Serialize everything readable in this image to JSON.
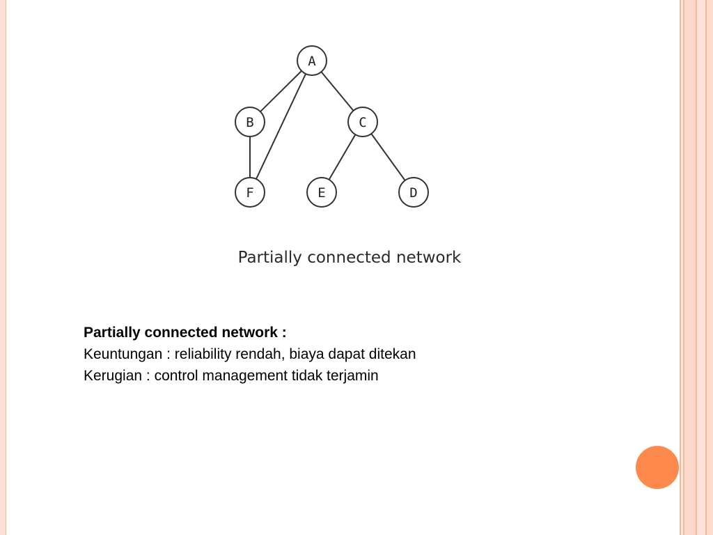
{
  "diagram": {
    "nodes": [
      {
        "id": "A",
        "label": "A"
      },
      {
        "id": "B",
        "label": "B"
      },
      {
        "id": "C",
        "label": "C"
      },
      {
        "id": "F",
        "label": "F"
      },
      {
        "id": "E",
        "label": "E"
      },
      {
        "id": "D",
        "label": "D"
      }
    ],
    "edges": [
      [
        "A",
        "B"
      ],
      [
        "A",
        "F"
      ],
      [
        "A",
        "C"
      ],
      [
        "B",
        "F"
      ],
      [
        "C",
        "E"
      ],
      [
        "C",
        "D"
      ]
    ],
    "caption": "Partially connected network"
  },
  "content": {
    "heading": "Partially connected network :",
    "line1": "Keuntungan : reliability rendah, biaya dapat ditekan",
    "line2": "Kerugian : control management tidak terjamin"
  },
  "colors": {
    "accent_dot": "#fd8a4c",
    "border": "#f4b79d"
  }
}
